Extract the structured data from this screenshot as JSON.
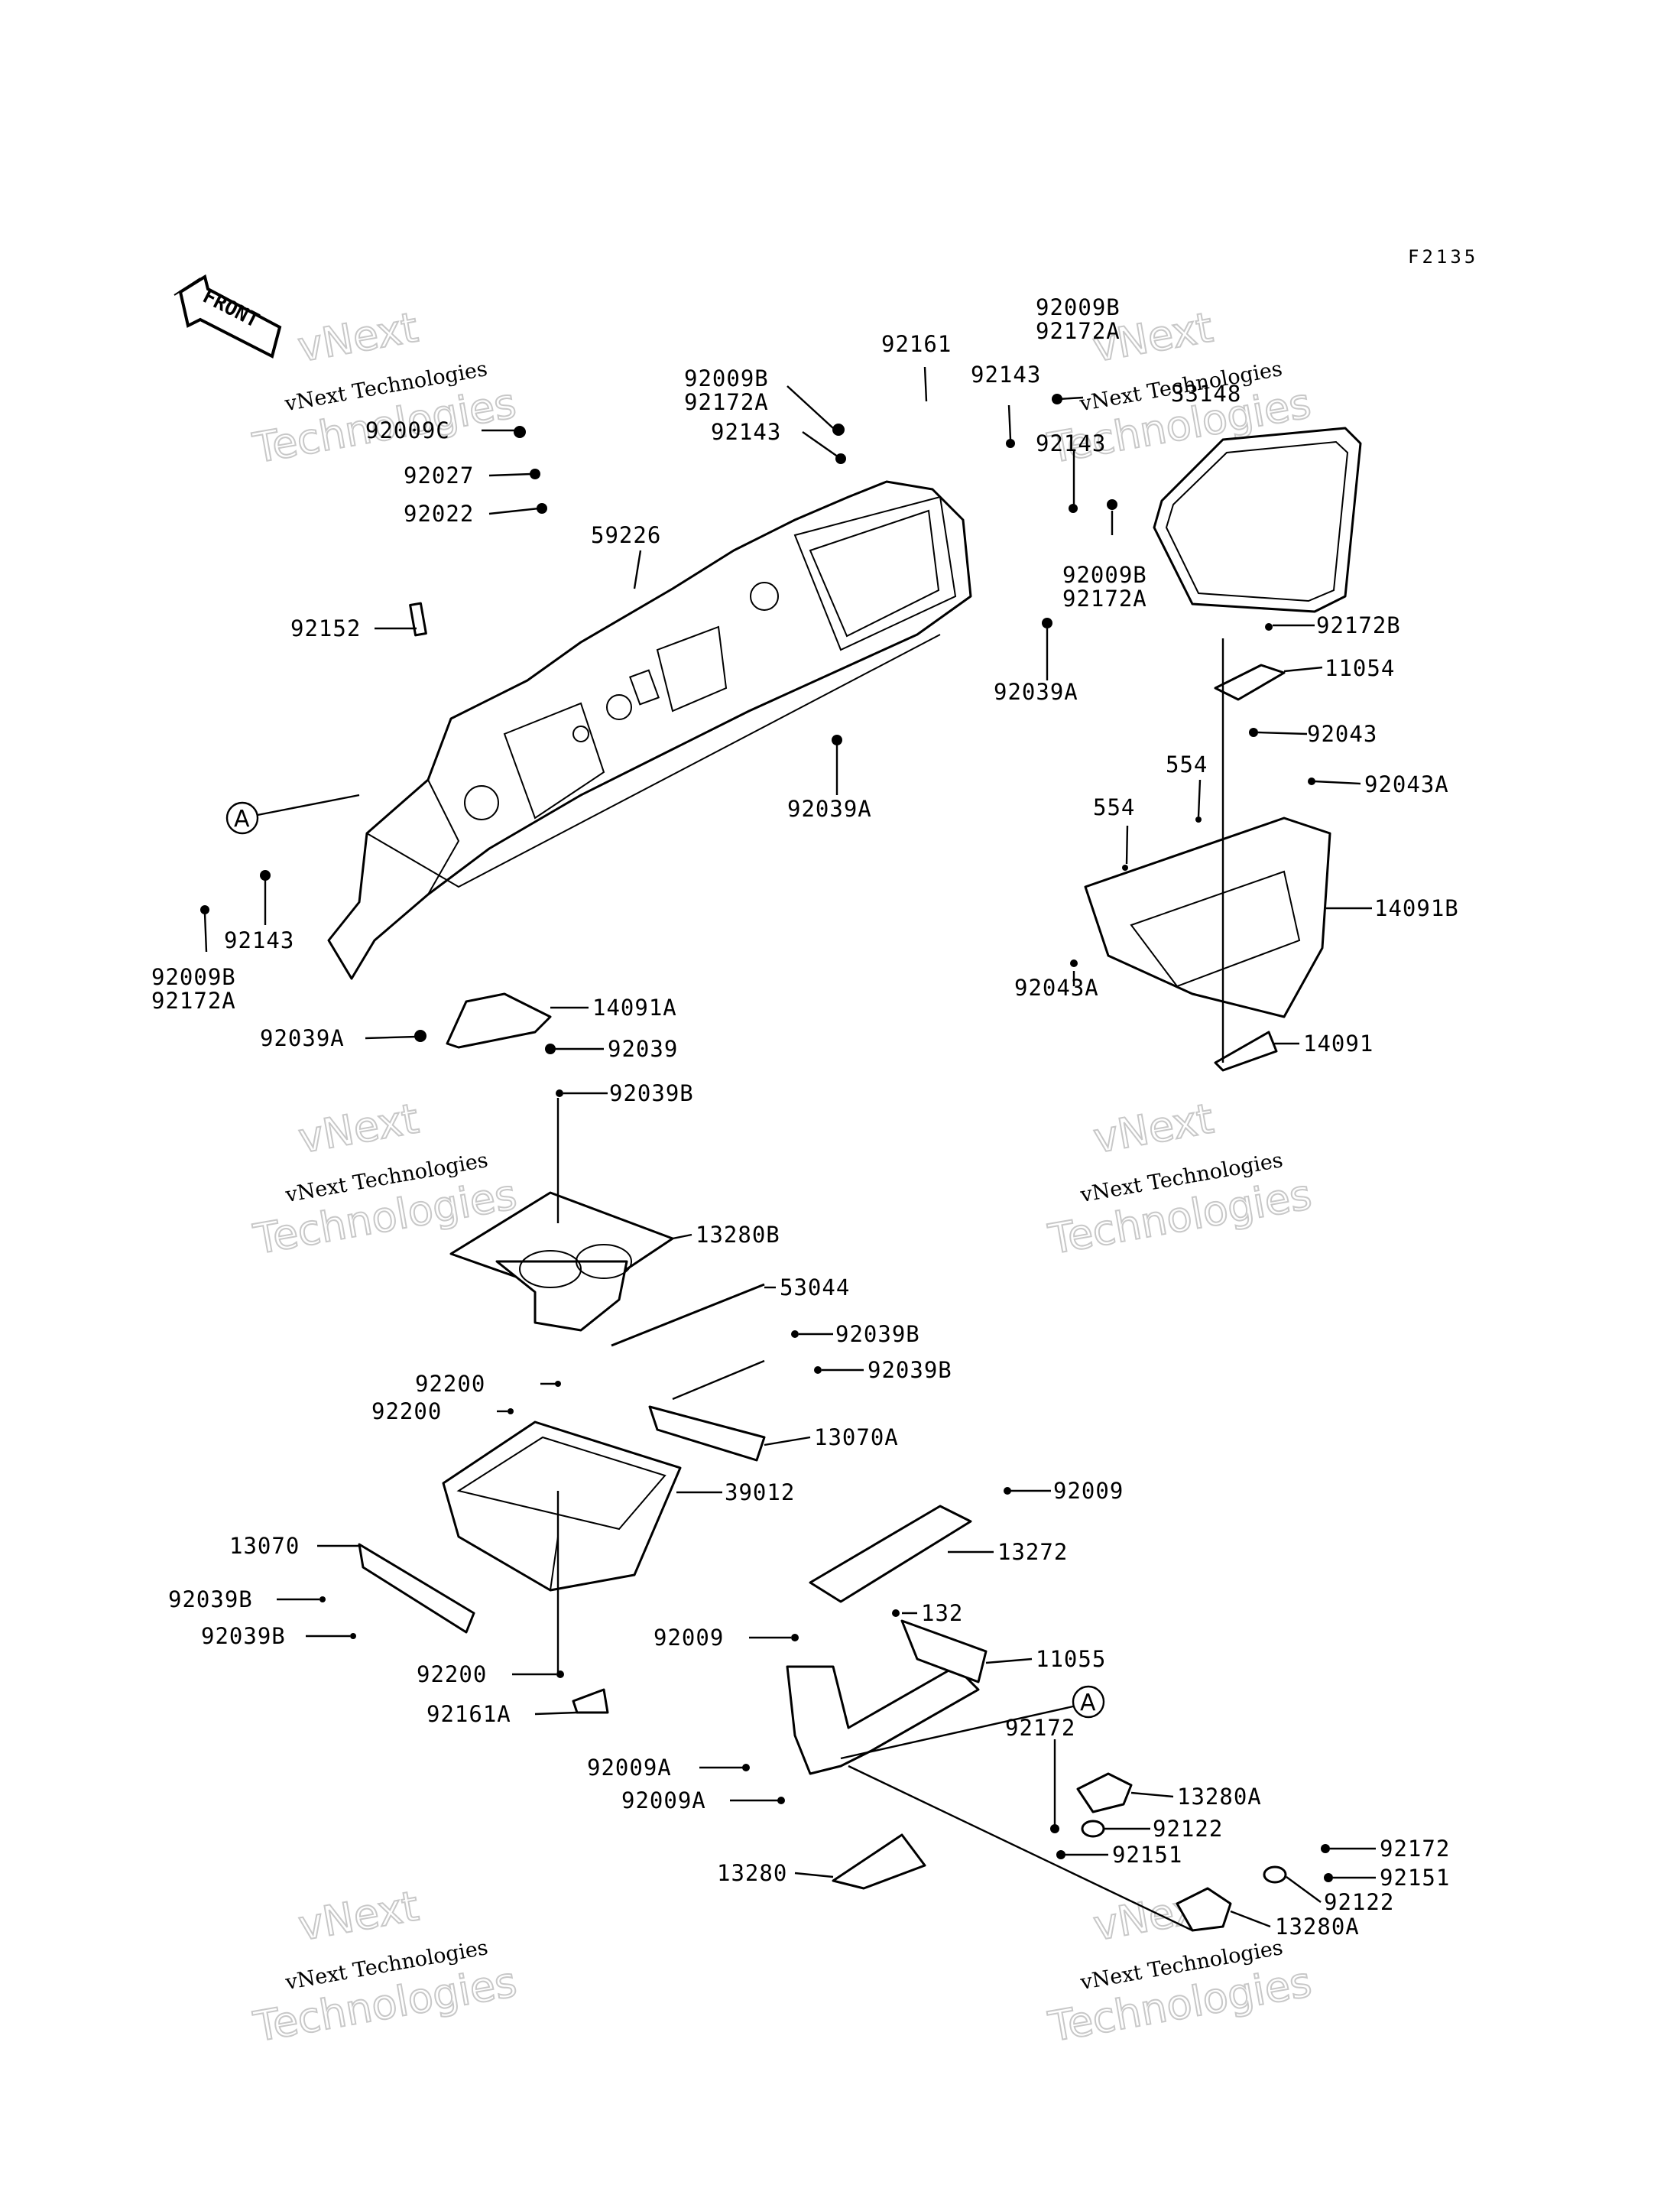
{
  "diagram_code": "F2135",
  "front_arrow_label": "FRONT",
  "reference_marker": "A",
  "watermark": {
    "line1": "vNext",
    "line2": "vNext Technologies",
    "line3": "Technologies"
  },
  "labels": [
    "92009B",
    "92172A",
    "92161",
    "92009B",
    "92172A",
    "92143",
    "92143",
    "92143",
    "33148",
    "92009C",
    "92027",
    "92022",
    "59226",
    "92009B",
    "92172A",
    "92152",
    "92039A",
    "92172B",
    "11054",
    "92043",
    "554",
    "92043A",
    "554",
    "92039A",
    "14091B",
    "92143",
    "92009B",
    "92172A",
    "92043A",
    "14091A",
    "92039A",
    "92039",
    "14091",
    "92039B",
    "13280B",
    "53044",
    "92039B",
    "92039B",
    "92200",
    "92200",
    "13070A",
    "39012",
    "92009",
    "13070",
    "13272",
    "92039B",
    "92039B",
    "132",
    "92009",
    "11055",
    "92200",
    "92161A",
    "92172",
    "92009A",
    "13280A",
    "92009A",
    "92122",
    "92151",
    "92172",
    "13280",
    "92151",
    "92122",
    "13280A"
  ]
}
